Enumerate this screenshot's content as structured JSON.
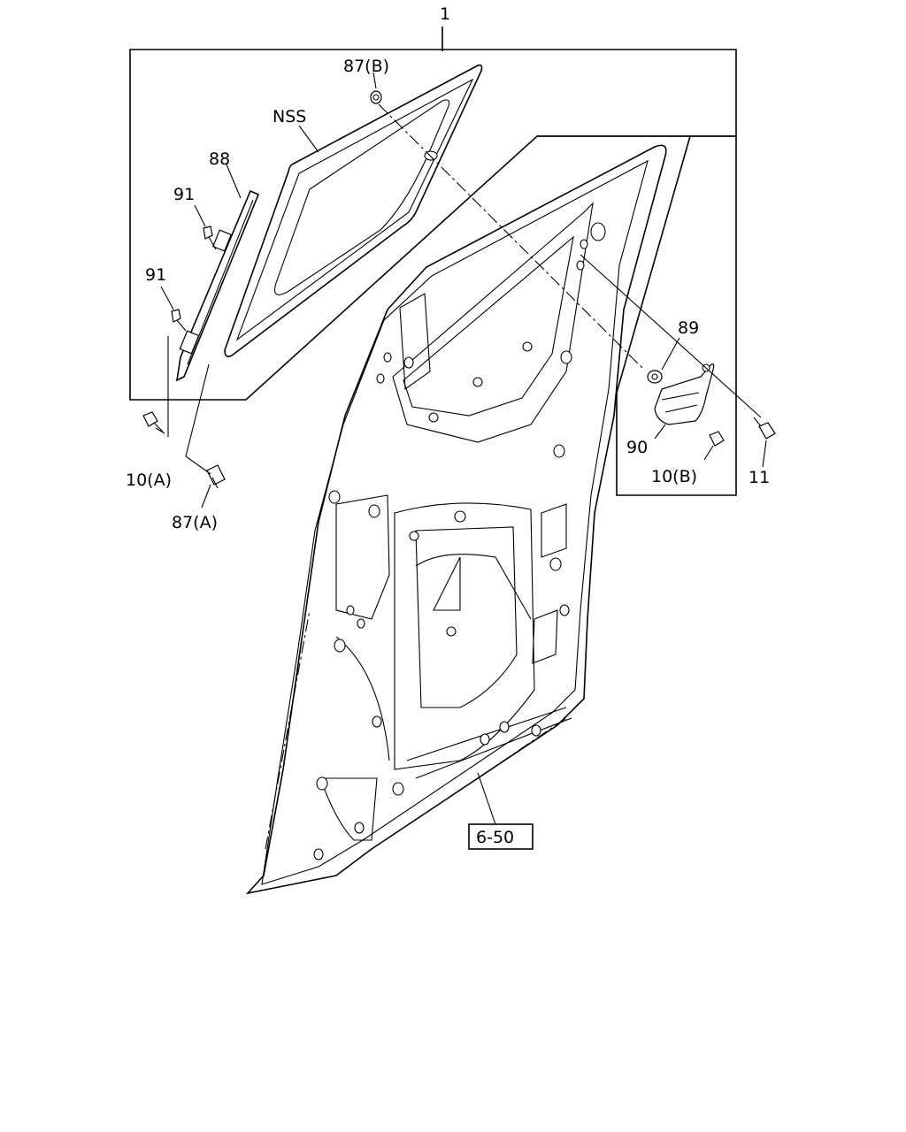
{
  "callouts": {
    "assembly": "1",
    "clip_b": "87(B)",
    "glass": "NSS",
    "weatherstrip": "88",
    "screw_upper": "91",
    "screw_lower": "91",
    "bolt_a": "10(A)",
    "clip_a": "87(A)",
    "nut": "89",
    "bracket": "90",
    "bolt_b": "10(B)",
    "bolt_11": "11",
    "ref_page": "6-50"
  }
}
